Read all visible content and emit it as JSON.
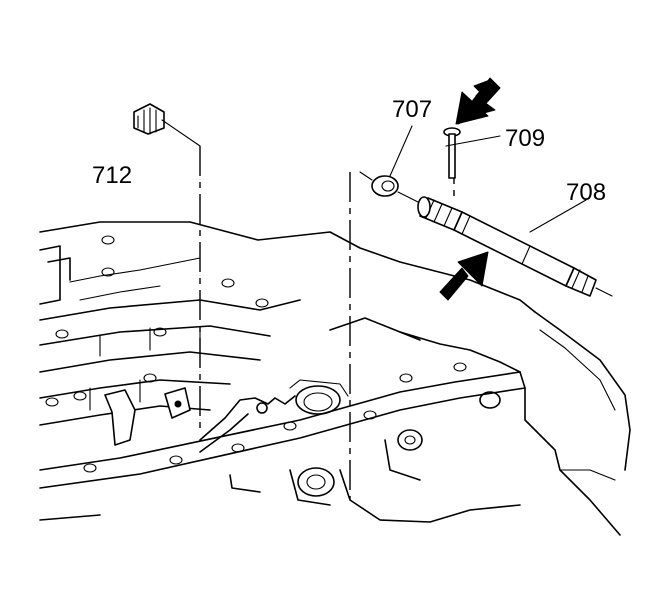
{
  "callouts": {
    "c712": "712",
    "c707": "707",
    "c709": "709",
    "c708": "708"
  },
  "colors": {
    "line": "#000000",
    "background": "#ffffff"
  },
  "icons": {
    "arrow_top": "arrow-pointing-down-left-icon",
    "arrow_bottom": "arrow-pointing-up-right-icon"
  }
}
